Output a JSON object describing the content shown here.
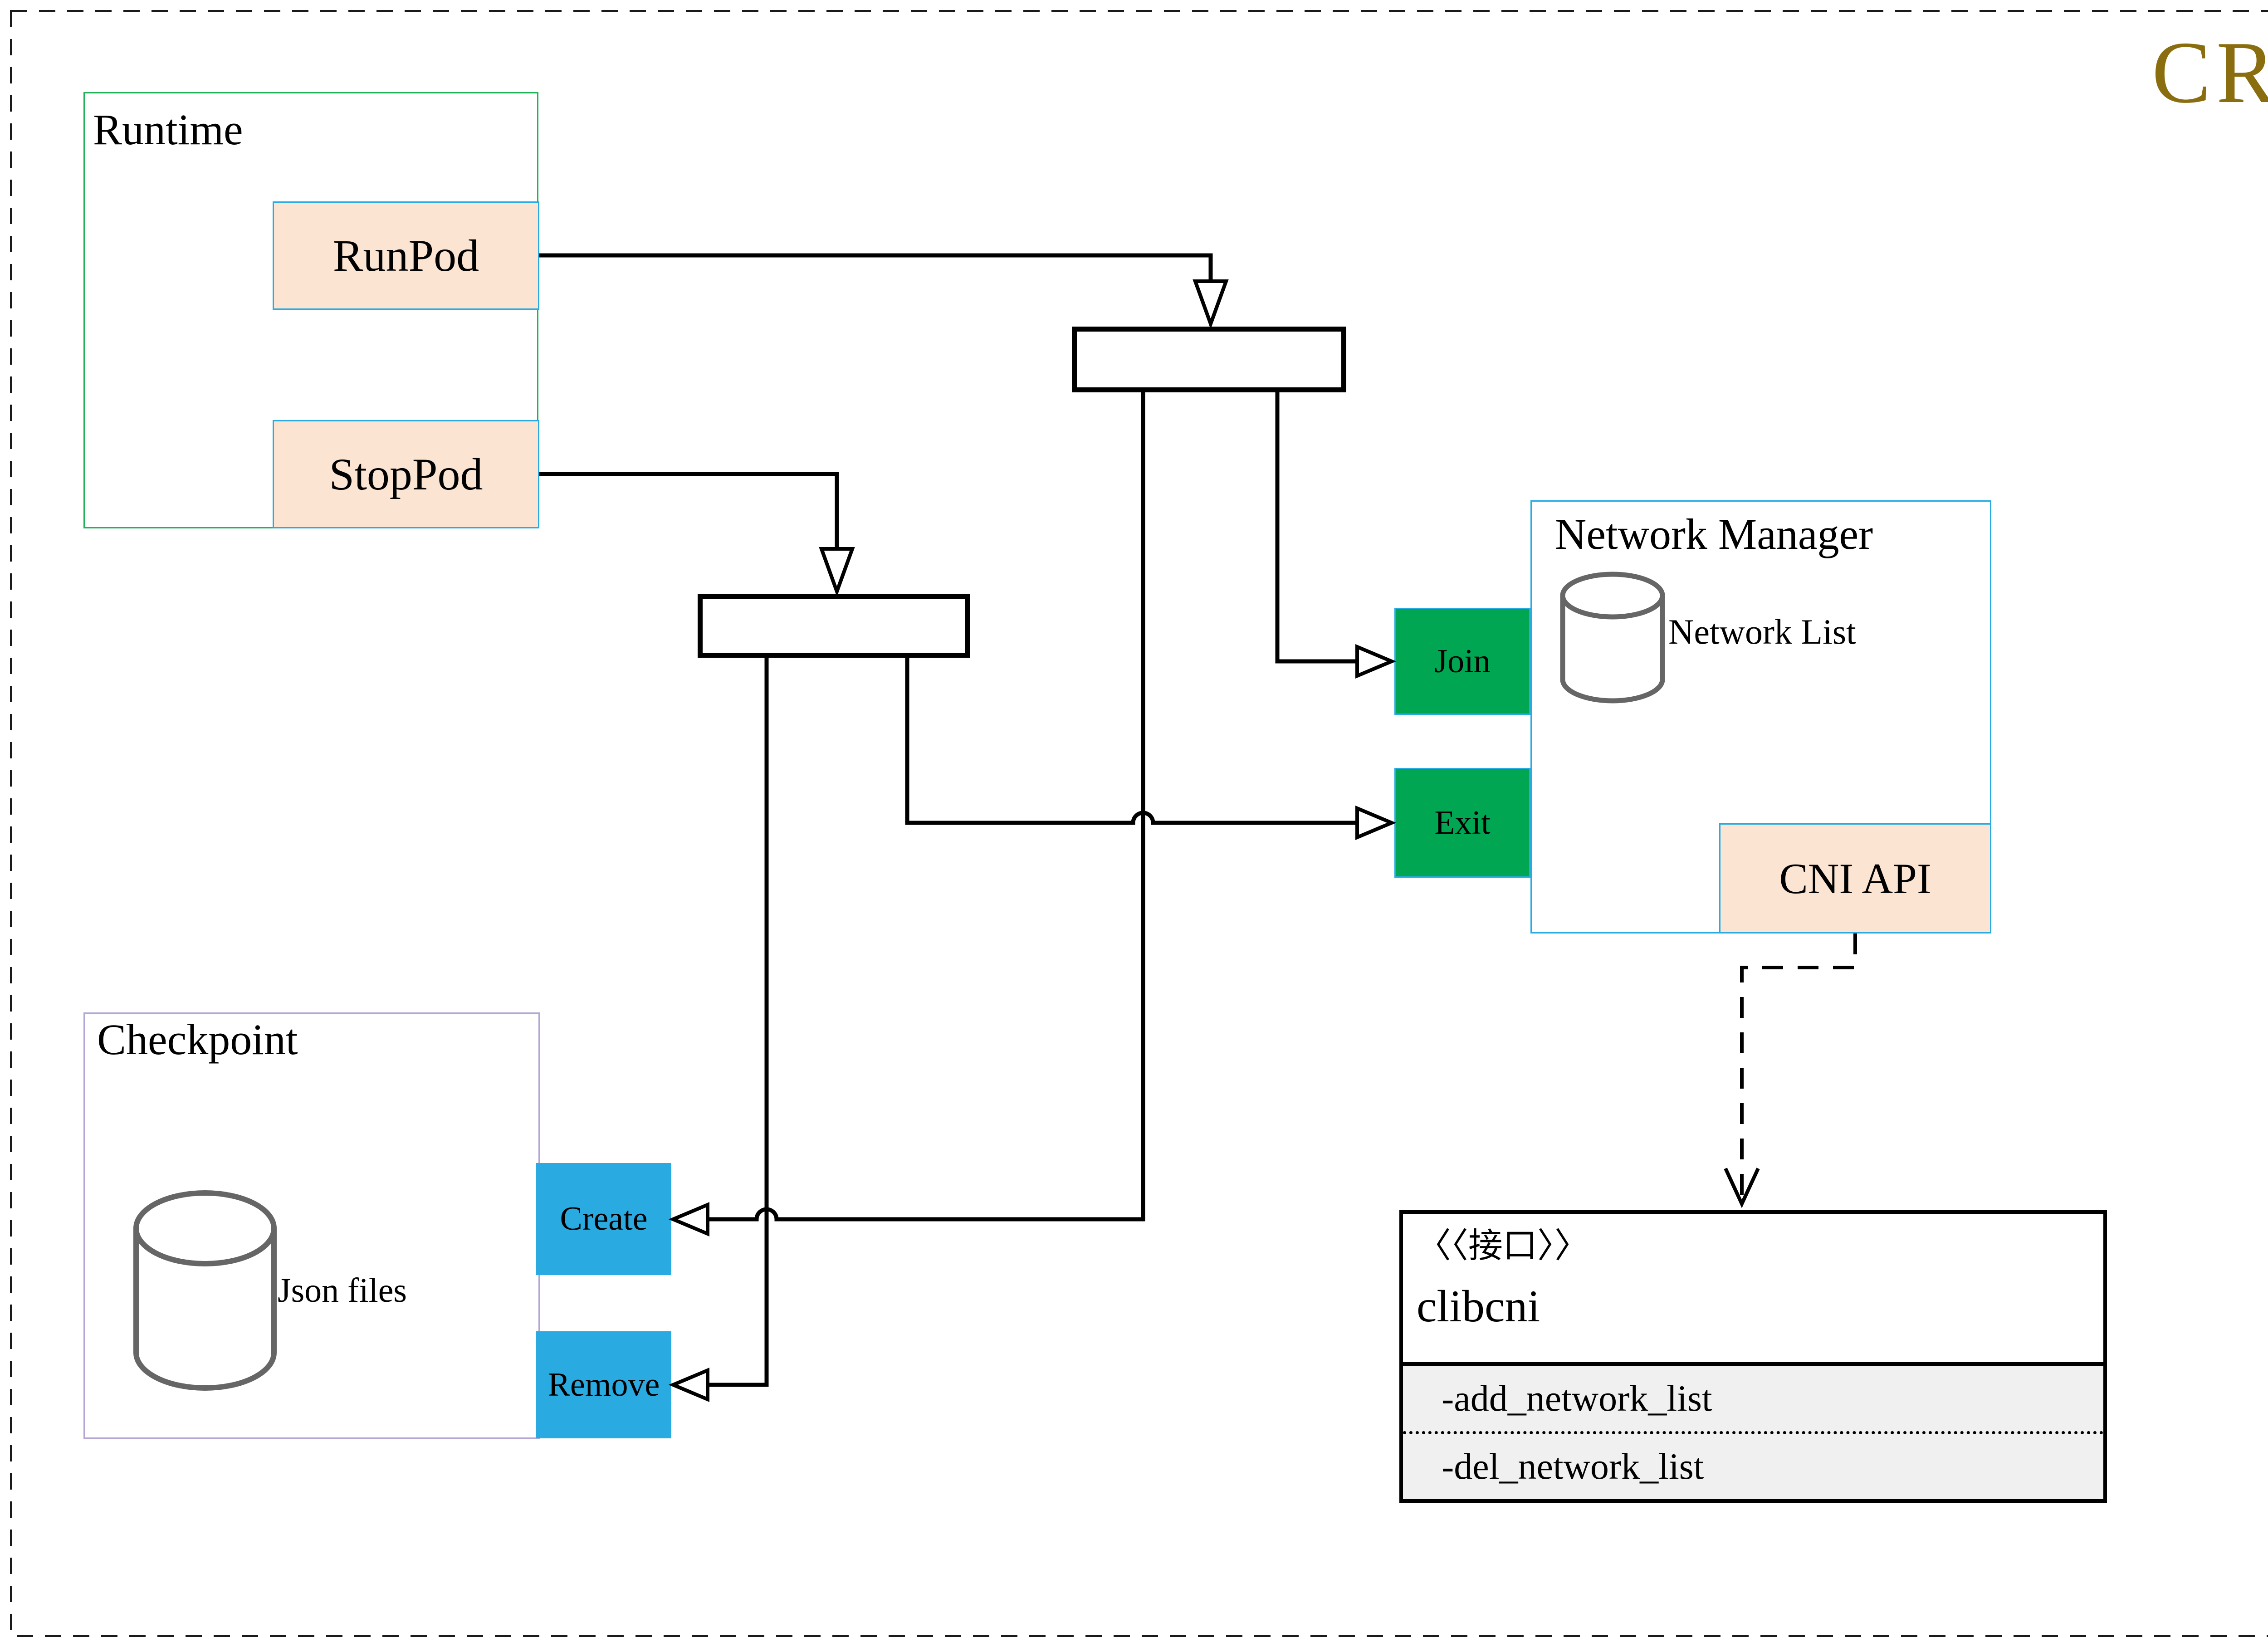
{
  "page": {
    "badge": "CRI"
  },
  "runtime": {
    "title": "Runtime",
    "run_button": "RunPod",
    "stop_button": "StopPod"
  },
  "network_manager": {
    "title": "Network Manager",
    "list_label": "Network List",
    "join_button": "Join",
    "exit_button": "Exit",
    "api_button": "CNI API"
  },
  "checkpoint": {
    "title": "Checkpoint",
    "files_label": "Json files",
    "create_button": "Create",
    "remove_button": "Remove"
  },
  "cni_interface": {
    "stereotype": "〈〈接口〉〉",
    "name": "clibcni",
    "method_add": "-add_network_list",
    "method_del": "-del_network_list"
  },
  "icons": {
    "network_datastore": "database-cylinder-icon",
    "checkpoint_datastore": "database-cylinder-icon"
  },
  "colors": {
    "gold": "#8a6d0e",
    "runtime-border": "#20b258",
    "action-green": "#00a651",
    "blue": "#29abe2",
    "cyan": "#29abe2",
    "peach": "#fbe4d2",
    "purple": "#b3a6d5",
    "cylinder": "#666666",
    "methods-bg": "#f0f0f0"
  }
}
